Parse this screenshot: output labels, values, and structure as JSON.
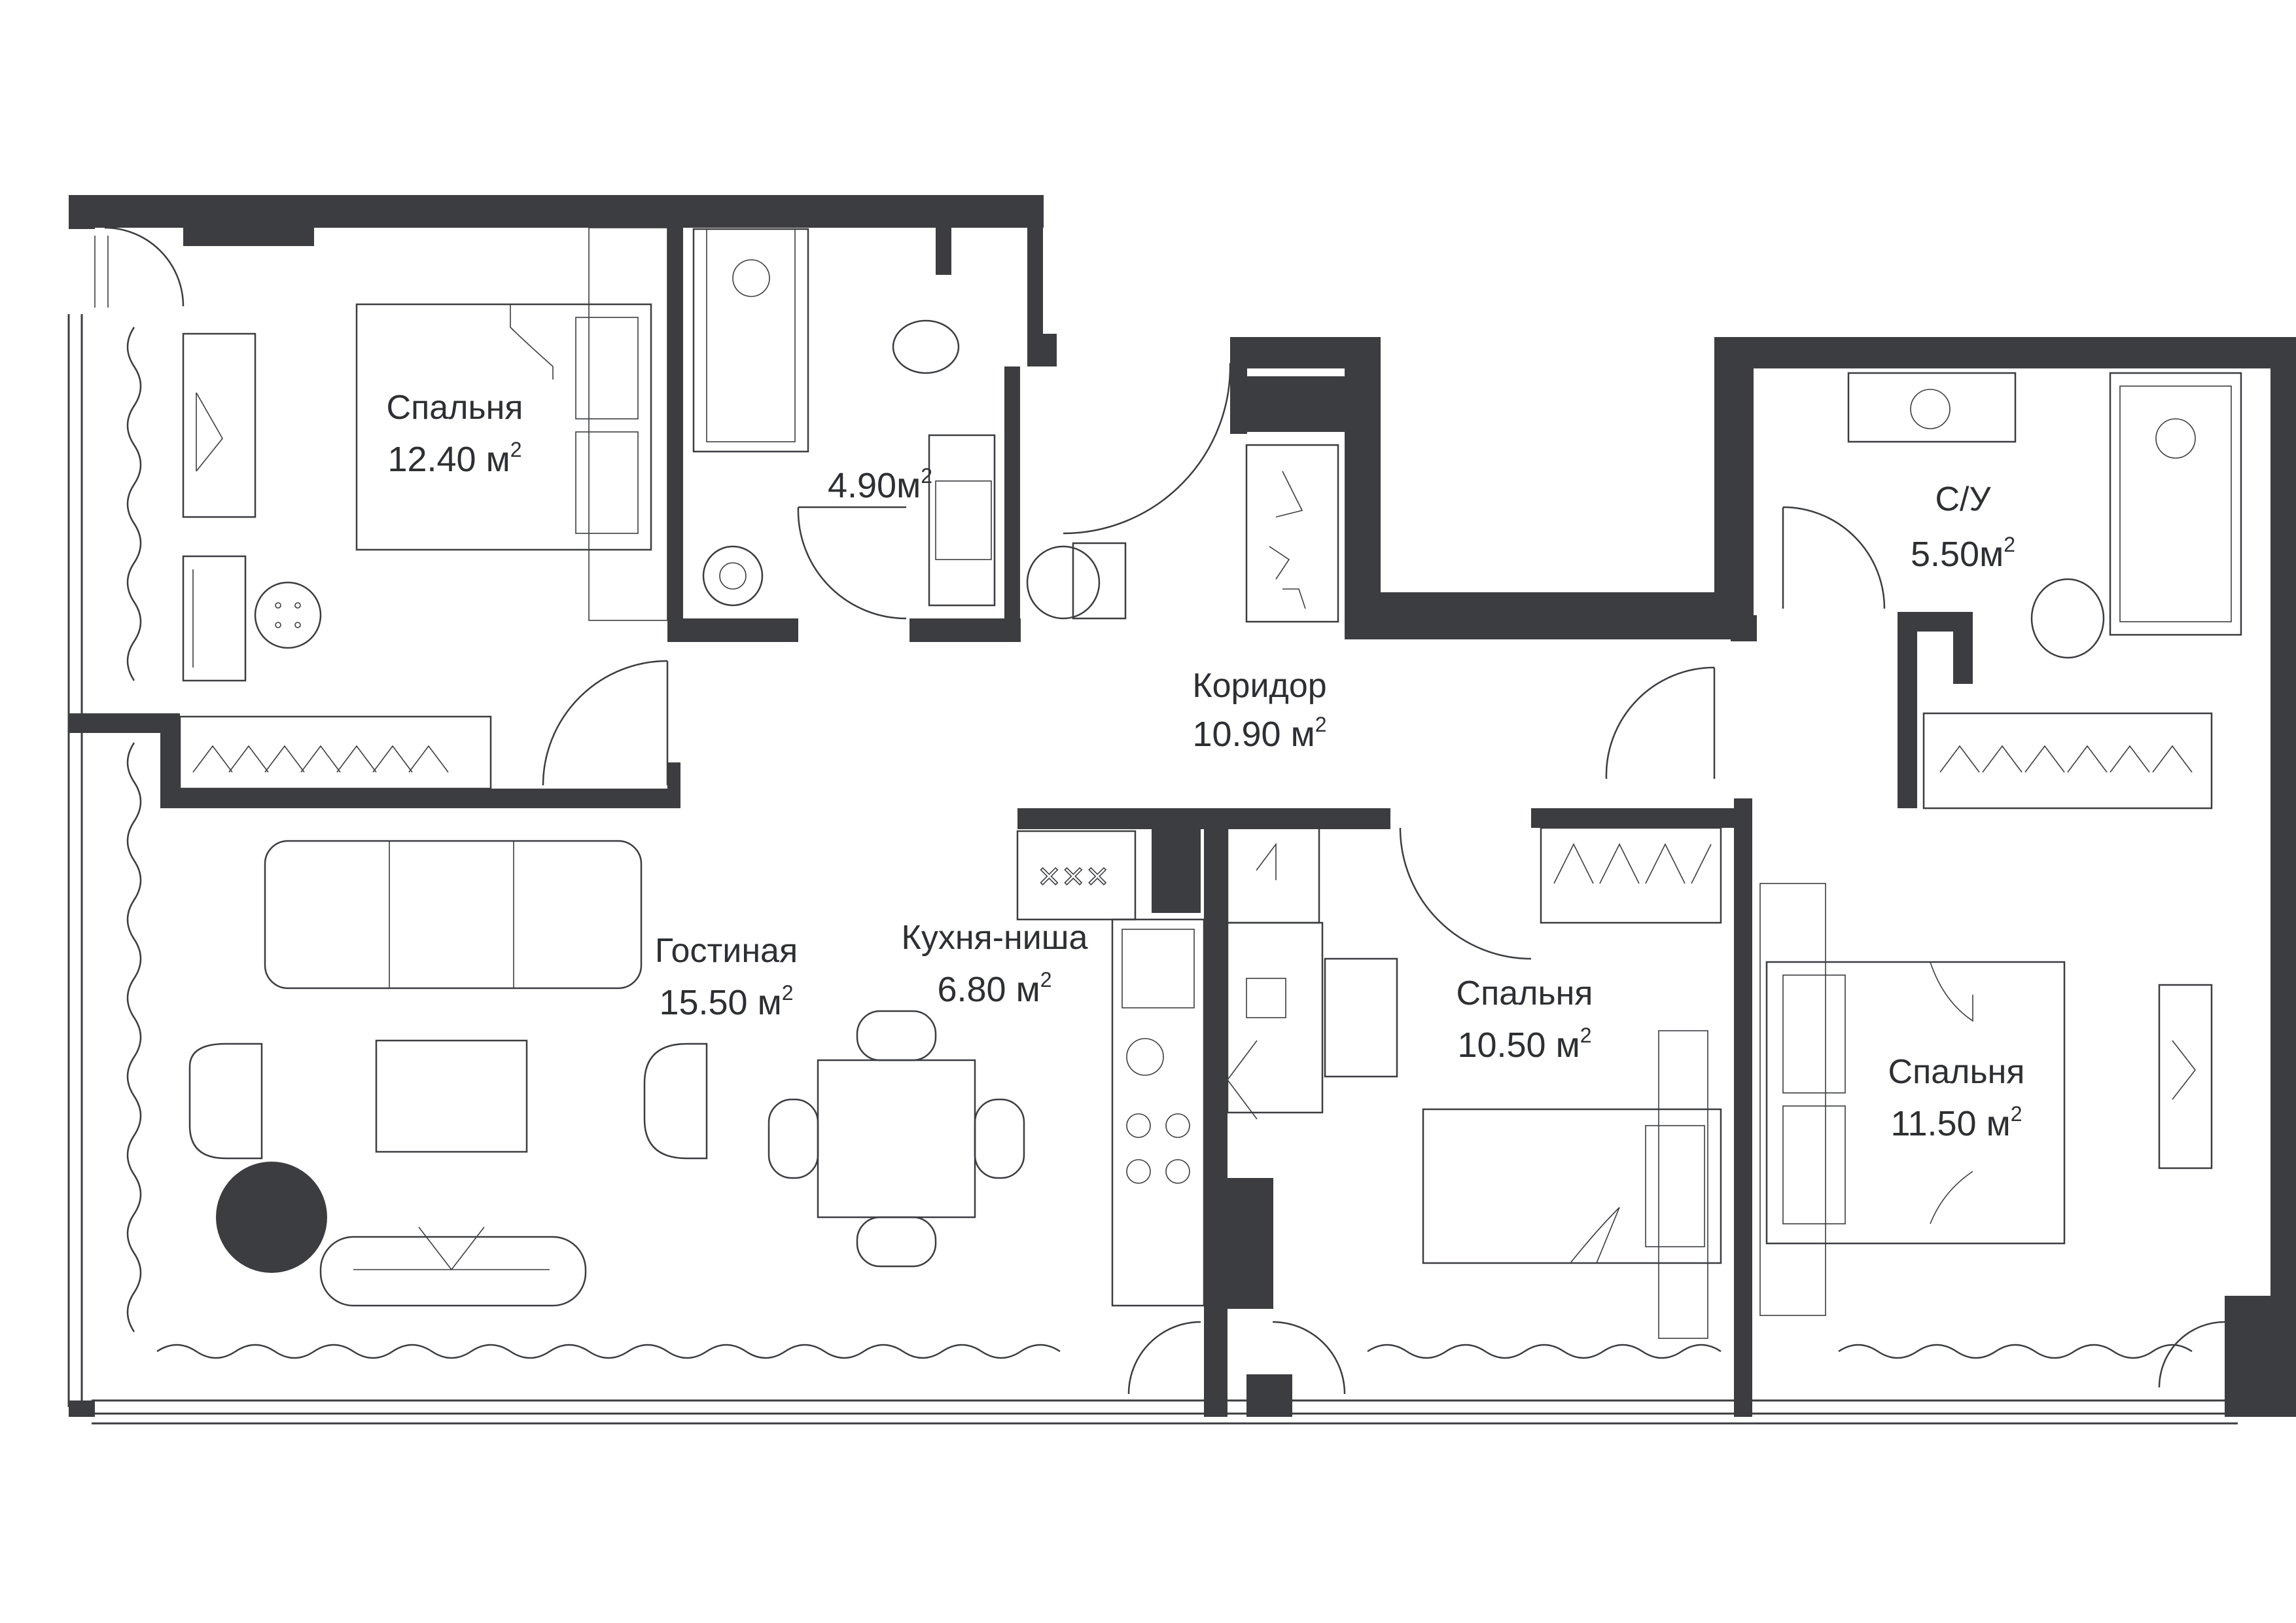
{
  "plan": {
    "unit": "м",
    "unit_power": "2",
    "colors": {
      "wall": "#3b3d40",
      "furniture_line": "#3b3d40",
      "background": "#ffffff"
    },
    "rooms": [
      {
        "name": "Спальня",
        "area": "12.40"
      },
      {
        "name": "",
        "area": "4.90"
      },
      {
        "name": "Коридор",
        "area": "10.90"
      },
      {
        "name": "С/У",
        "area": "5.50"
      },
      {
        "name": "Гостиная",
        "area": "15.50"
      },
      {
        "name": "Кухня-ниша",
        "area": "6.80"
      },
      {
        "name": "Спальня",
        "area": "10.50"
      },
      {
        "name": "Спальня",
        "area": "11.50"
      }
    ]
  }
}
